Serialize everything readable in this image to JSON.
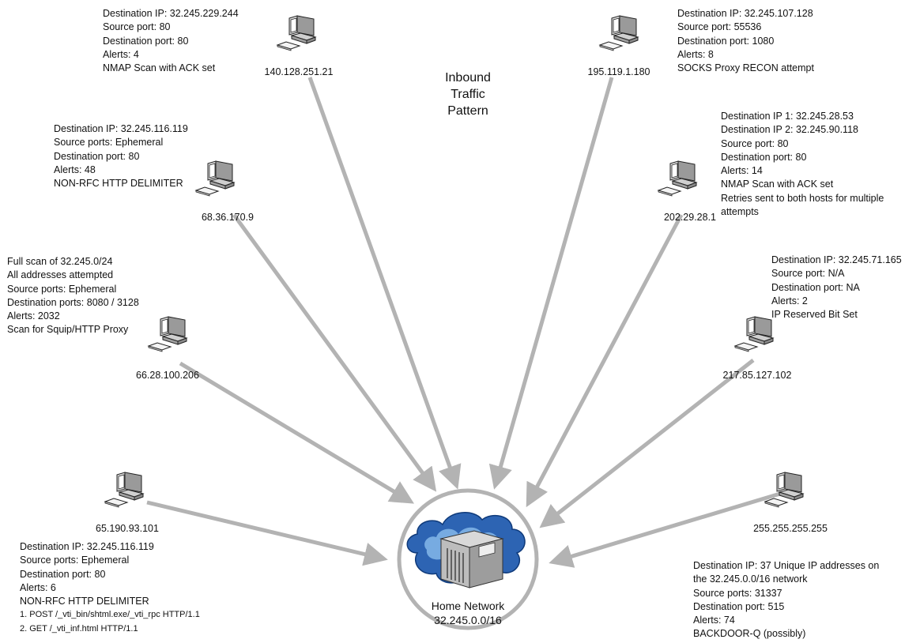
{
  "title_lines": [
    "Inbound",
    "Traffic",
    "Pattern"
  ],
  "hub": {
    "name": "Home Network",
    "network": "32.245.0.0/16",
    "icon": "network-server-icon"
  },
  "colors": {
    "arrow": "#b3b3b3",
    "ring": "#b3b3b3",
    "cloud_light": "#6fa3d8",
    "cloud_dark": "#1b4f9a",
    "server": "#a9a9a9"
  },
  "hosts": [
    {
      "id": "140-128-251-21",
      "ip": "140.128.251.21",
      "icon": "computer-icon",
      "details": [
        "Destination IP: 32.245.229.244",
        "Source port: 80",
        "Destination port: 80",
        "Alerts: 4",
        "NMAP Scan with ACK set"
      ]
    },
    {
      "id": "195-119-1-180",
      "ip": "195.119.1.180",
      "icon": "computer-icon",
      "details": [
        "Destination IP: 32.245.107.128",
        "Source port: 55536",
        "Destination port: 1080",
        "Alerts: 8",
        "SOCKS Proxy RECON attempt"
      ]
    },
    {
      "id": "68-36-170-9",
      "ip": "68.36.170.9",
      "icon": "computer-icon",
      "details": [
        "Destination IP: 32.245.116.119",
        "Source ports: Ephemeral",
        "Destination port: 80",
        "Alerts: 48",
        "NON-RFC HTTP DELIMITER"
      ]
    },
    {
      "id": "202-29-28-1",
      "ip": "202.29.28.1",
      "icon": "computer-icon",
      "details": [
        "Destination IP 1: 32.245.28.53",
        "Destination IP 2: 32.245.90.118",
        "Source port: 80",
        "Destination port: 80",
        "Alerts: 14",
        "NMAP Scan with ACK set",
        "Retries sent to both hosts for multiple",
        "attempts"
      ]
    },
    {
      "id": "66-28-100-206",
      "ip": "66.28.100.206",
      "icon": "computer-icon",
      "details": [
        "Full scan of 32.245.0/24",
        "All addresses attempted",
        "Source ports: Ephemeral",
        "Destination ports: 8080 / 3128",
        "Alerts: 2032",
        "Scan for Squip/HTTP Proxy"
      ]
    },
    {
      "id": "217-85-127-102",
      "ip": "217.85.127.102",
      "icon": "computer-icon",
      "details": [
        "Destination IP: 32.245.71.165",
        "Source port: N/A",
        "Destination port: NA",
        "Alerts: 2",
        "IP Reserved Bit Set"
      ]
    },
    {
      "id": "65-190-93-101",
      "ip": "65.190.93.101",
      "icon": "computer-icon",
      "details": [
        "Destination IP: 32.245.116.119",
        "Source ports: Ephemeral",
        "Destination port: 80",
        "Alerts: 6",
        "NON-RFC HTTP DELIMITER",
        "1. POST /_vti_bin/shtml.exe/_vti_rpc HTTP/1.1",
        "2. GET /_vti_inf.html HTTP/1.1"
      ]
    },
    {
      "id": "255-255-255-255",
      "ip": "255.255.255.255",
      "icon": "computer-icon",
      "details": [
        "Destination IP: 37 Unique IP addresses on",
        "the 32.245.0.0/16 network",
        "Source ports: 31337",
        "Destination port: 515",
        "Alerts: 74",
        "BACKDOOR-Q (possibly)"
      ]
    }
  ]
}
